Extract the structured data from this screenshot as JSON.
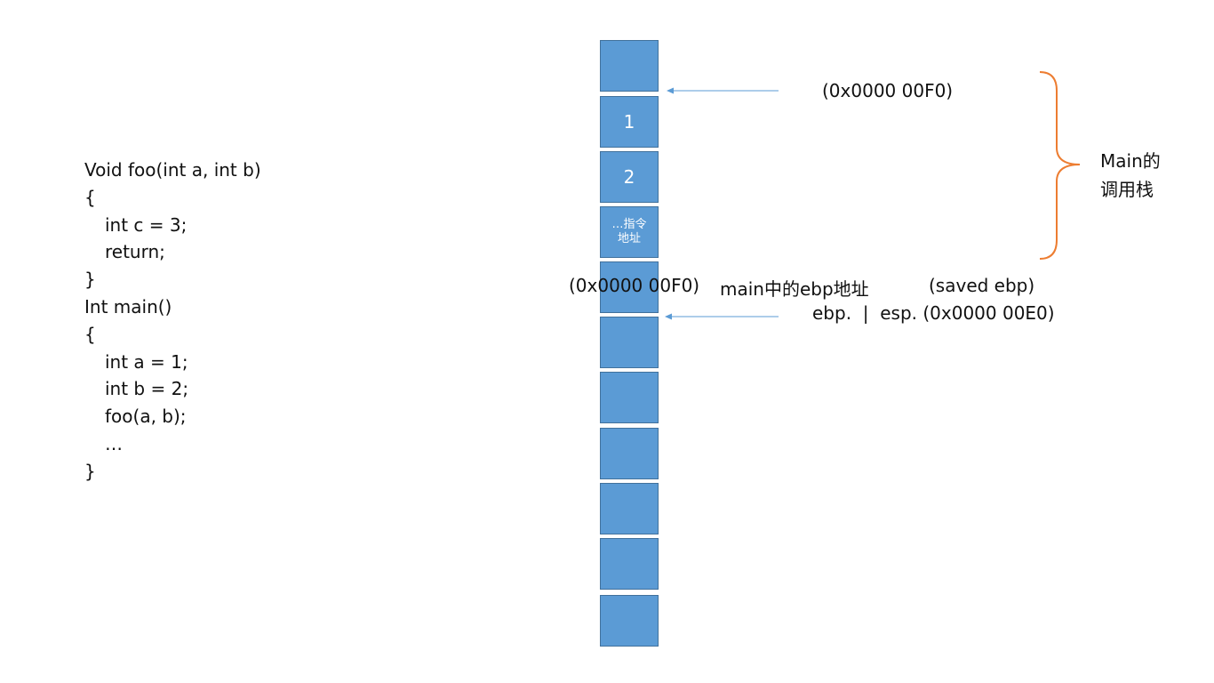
{
  "code": {
    "lines": [
      {
        "text": "Void foo(int a, int b)",
        "indent": 0
      },
      {
        "text": "{",
        "indent": 0
      },
      {
        "text": "int c = 3;",
        "indent": 1
      },
      {
        "text": "return;",
        "indent": 1
      },
      {
        "text": "}",
        "indent": 0
      },
      {
        "text": "Int main()",
        "indent": 0
      },
      {
        "text": "{",
        "indent": 0
      },
      {
        "text": "int a = 1;",
        "indent": 1
      },
      {
        "text": "int b = 2;",
        "indent": 1
      },
      {
        "text": "foo(a, b);",
        "indent": 1
      },
      {
        "text": "…",
        "indent": 1
      },
      {
        "text": "}",
        "indent": 0
      }
    ]
  },
  "stack": {
    "cells": [
      {
        "label": ""
      },
      {
        "label": "1"
      },
      {
        "label": "2"
      },
      {
        "label": "…指令\n地址",
        "small": true
      },
      {
        "label": ""
      },
      {
        "label": ""
      },
      {
        "label": ""
      },
      {
        "label": ""
      },
      {
        "label": ""
      },
      {
        "label": ""
      },
      {
        "label": ""
      }
    ],
    "fill_color": "#5b9bd5",
    "border_color": "#41719c"
  },
  "annotations": {
    "top_address": "(0x0000 00F0)",
    "saved_address": "(0x0000 00F0)",
    "main_ebp": "main中的ebp地址",
    "saved_ebp": "(saved ebp)",
    "ebp_esp": "ebp.  |  esp. (0x0000 00E0)",
    "brace_label_line1": "Main的",
    "brace_label_line2": "调用栈"
  },
  "colors": {
    "arrow": "#5b9bd5",
    "brace": "#ed7d31"
  }
}
